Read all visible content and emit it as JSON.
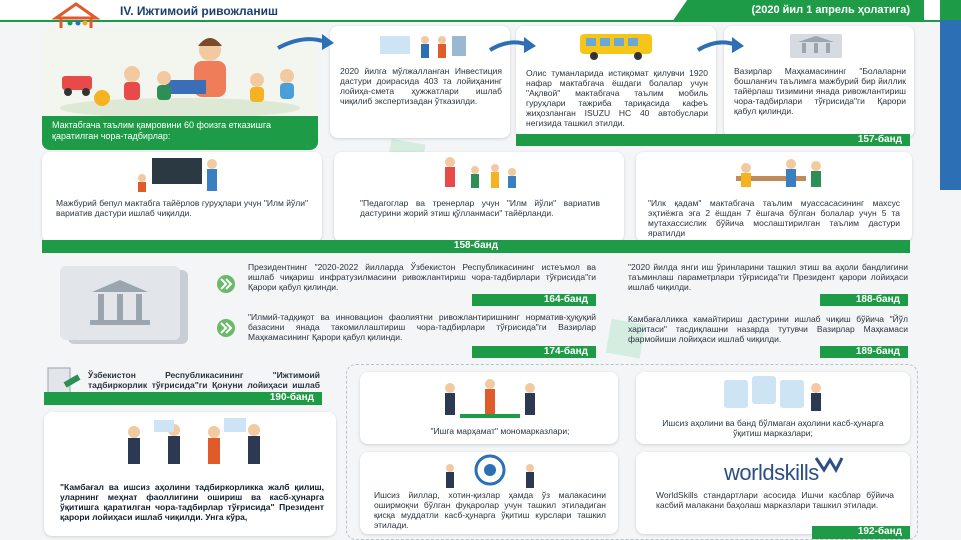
{
  "header": {
    "title": "IV. Ижтимоий ривожланиш",
    "date_badge": "(2020 йил 1 апрель ҳолатига)"
  },
  "row1": {
    "intro": "Мактабгача таълим қамровини 60 фоизга етказишга қаратилган чора-тадбирлар:",
    "card1": "2020 йилга мўлжалланган Инвестиция дастури доирасида 403 та лойиҳанинг лойиҳа-смета ҳужжатлари ишлаб чиқилиб экспертизадан ўтказилди.",
    "card2": "Олис туманларида истиқомат қилувчи 1920 нафар мактабгача ёшдаги болалар учун \"Ақлвой\" мактабгача таълим мобиль гуруҳлари тажриба тариқасида кафеъ жиҳозланган ISUZU HC 40 автобуслари негизида ташкил этилди.",
    "card3": "Вазирлар Маҳкамасининг \"Болаларни бошланғич таълимга мажбурий бир йиллик тайёрлаш тизимини янада ривожлантириш чора-тадбирлари тўғрисида\"ги Қарори қабул қилинди.",
    "band": "157-банд"
  },
  "row2": {
    "card1": "Мажбурий бепул мактабга тайёрлов гуруҳлари учун \"Илм йўли\" вариатив дастури ишлаб чиқилди.",
    "card2": "\"Педагоглар ва тренерлар учун \"Илм йўли\" вариатив дастурини жорий этиш қўлланмаси\" тайёрланди.",
    "card3": "\"Илк қадам\" мактабгача таълим муассасасининг махсус эҳтиёжга эга 2 ёшдан 7 ёшгача бўлган болалар учун 5 та мутахассислик бўйича мослаштирилган таълим дастури яратилди",
    "band": "158-банд"
  },
  "row3": {
    "card1": "Президентнинг \"2020-2022 йилларда Ўзбекистон Республикасининг истеъмол ва ишлаб чиқариш инфратузилмасини ривожлантириш чора-тадбирлари тўғрисида\"ги Қарори қабул қилинди.",
    "band1": "164-банд",
    "card2": "\"2020 йилда янги иш ўринларини ташкил этиш ва аҳоли бандлигини таъминлаш параметрлари тўғрисида\"ги Президент қарори лойиҳаси ишлаб чиқилди.",
    "band2": "188-банд",
    "card3": "\"Илмий-тадқиқот ва инновацион фаолиятни ривожлантиришнинг норматив-ҳуқуқий базасини янада такомиллаштириш чора-тадбирлари тўғрисида\"ги Вазирлар Маҳкамасининг Қарори қабул қилинди.",
    "band3": "174-банд",
    "card4": "Камбағалликка камайтириш дастурини ишлаб чиқиш бўйича \"Йўл харитаси\" тасдиқлашни назарда тутувчи Вазирлар Маҳкамаси фармойиши лойиҳаси ишлаб чиқилди.",
    "band4": "189-банд"
  },
  "row4": {
    "law": "Ўзбекистон Республикасининг \"Ижтимоий тадбиркорлик тўғрисида\"ги Қонуни лойиҳаси ишлаб чиқилди.",
    "band_law": "190-банд",
    "poverty": "\"Камбағал ва ишсиз аҳолини тадбиркорликка жалб қилиш, уларнинг меҳнат фаоллигини ошириш ва касб-ҳунарга ўқитишга қаратилган чора-тадбирлар тўғрисида\" Президент қарори лойиҳаси ишлаб чиқилди. Унга кўра,",
    "center1": "\"Ишга марҳамат\" моно­марказлари;",
    "center2": "Ишсиз аҳолини ва банд бўлмаган аҳолини касб-ҳунарга ўқитиш марказлари;",
    "center3": "Ишсиз йиллар, хотин-қизлар ҳамда ўз малакасини оширмоқчи бўлган фуқаролар учун ташкил этиладиган қисқа муддатли касб-ҳунарга ўқитиш курслари ташкил этилади.",
    "center4": "WorldSkills стандартлари асосида Ишчи касблар бўйича касбий малакани баҳолаш марказлари ташкил этилади.",
    "worldskills_logo": "worldskills",
    "band_final": "192-банд"
  },
  "colors": {
    "green": "#1e9b46",
    "navy": "#1a3f6e",
    "blue_arrow": "#2d6fb5"
  }
}
